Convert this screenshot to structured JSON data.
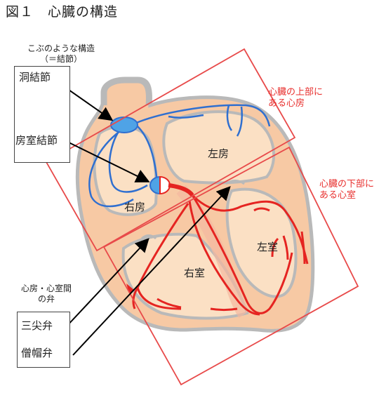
{
  "title": "図１　心臓の構造",
  "nodes": {
    "caption": "こぶのような構造",
    "caption_sub": "（＝結節）",
    "sa_node": "洞結節",
    "av_node": "房室結節"
  },
  "regions": {
    "upper_label_line1": "心臓の上部に",
    "upper_label_line2": "ある心房",
    "lower_label_line1": "心臓の下部に",
    "lower_label_line2": "ある心室"
  },
  "chambers": {
    "left_atrium": "左房",
    "right_atrium": "右房",
    "left_ventricle": "左室",
    "right_ventricle": "右室"
  },
  "valves": {
    "caption_line1": "心房・心室間",
    "caption_line2": "の弁",
    "tricuspid": "三尖弁",
    "mitral": "僧帽弁"
  },
  "colors": {
    "outline_red": "#e84a4a",
    "conduction_blue": "#2f6fd0",
    "conduction_red": "#e52421",
    "heart_fill": "#f9d0ae",
    "chamber_fill": "#fbe3c8"
  }
}
